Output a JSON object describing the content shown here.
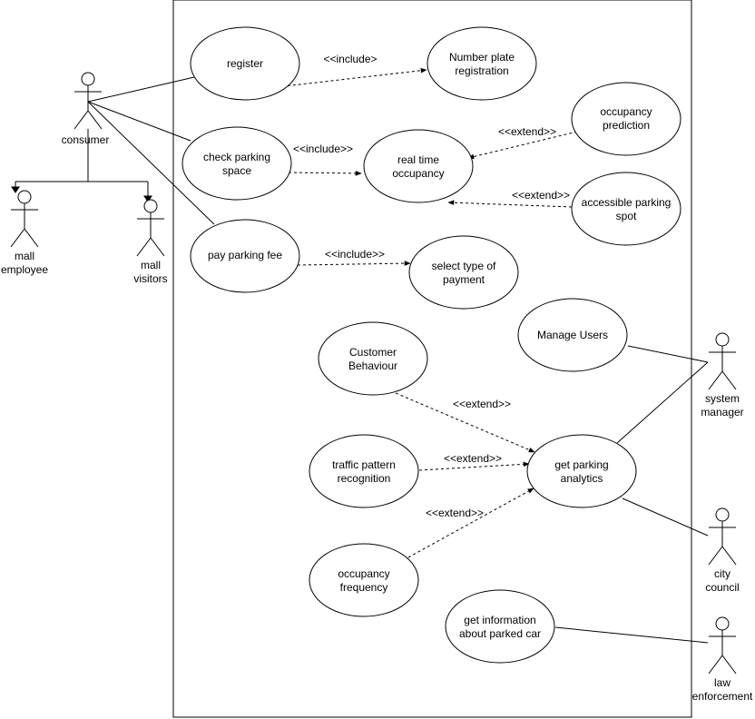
{
  "system": {},
  "actors": {
    "consumer": "consumer",
    "mall_employee": [
      "mall",
      "employee"
    ],
    "mall_visitors": [
      "mall",
      "visitors"
    ],
    "system_manager": [
      "system",
      "manager"
    ],
    "city_council": [
      "city",
      "council"
    ],
    "law_enforcement": [
      "law",
      "enforcement"
    ]
  },
  "use_cases": {
    "register": [
      "register"
    ],
    "number_plate_registration": [
      "Number plate",
      "registration"
    ],
    "check_parking_space": [
      "check parking",
      "space"
    ],
    "real_time_occupancy": [
      "real time",
      "occupancy"
    ],
    "occupancy_prediction": [
      "occupancy",
      "prediction"
    ],
    "accessible_parking_spot": [
      "accessible parking",
      "spot"
    ],
    "pay_parking_fee": [
      "pay parking fee"
    ],
    "select_type_of_payment": [
      "select type of",
      "payment"
    ],
    "manage_users": [
      "Manage Users"
    ],
    "customer_behaviour": [
      "Customer",
      "Behaviour"
    ],
    "get_parking_analytics": [
      "get parking",
      "analytics"
    ],
    "traffic_pattern_recognition": [
      "traffic pattern",
      "recognition"
    ],
    "occupancy_frequency": [
      "occupancy",
      "frequency"
    ],
    "get_information_about_parked_car": [
      "get information",
      "about parked car"
    ]
  },
  "relations": {
    "register_include": "<<include>",
    "check_include": "<<include>>",
    "prediction_extend": "<<extend>>",
    "accessible_extend": "<<extend>>",
    "pay_include": "<<include>>",
    "behaviour_extend": "<<extend>>",
    "traffic_extend": "<<extend>>",
    "frequency_extend": "<<extend>>"
  }
}
